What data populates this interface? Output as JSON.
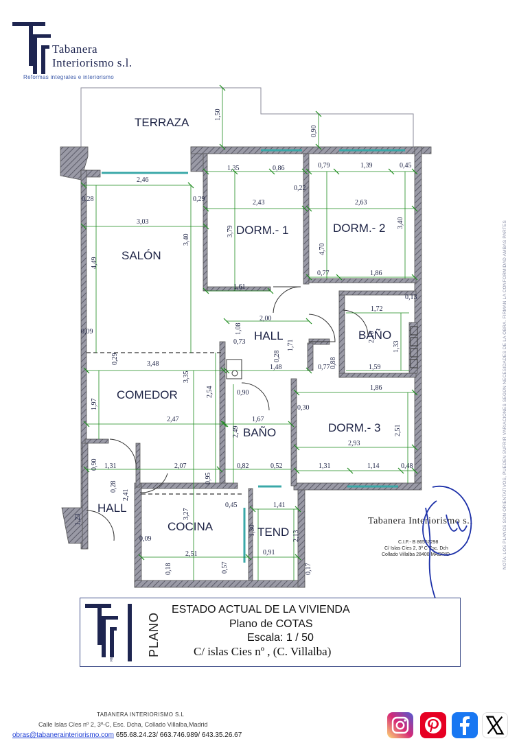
{
  "brand": {
    "name_line1": "Tabanera",
    "name_line2": "Interiorismo s.l.",
    "tagline": "Reformas integrales e interiorismo",
    "colors": {
      "primary": "#1e2550",
      "accent": "#3a58a8"
    }
  },
  "plan": {
    "rooms": {
      "terraza": "TERRAZA",
      "salon": "SALÓN",
      "dorm1": "DORM.- 1",
      "dorm2": "DORM.- 2",
      "hall_center": "HALL",
      "bano_top": "BAÑO",
      "comedor": "COMEDOR",
      "bano_mid": "BAÑO",
      "dorm3": "DORM.- 3",
      "hall_left": "HALL",
      "cocina": "COCINA",
      "tend": "TEND"
    },
    "dims_h": {
      "d246": "2,46",
      "d303": "3,03",
      "d135": "1,35",
      "d086": "0,86",
      "d022": "0,22",
      "d243": "2,43",
      "d079": "0,79",
      "d139": "1,39",
      "d045": "0,45",
      "d263": "2,63",
      "d161": "1,61",
      "d077": "0,77",
      "d186a": "1,86",
      "d172": "1,72",
      "d013": "0,13",
      "d200": "2,00",
      "d073": "0,73",
      "d148": "1,48",
      "d077b": "0,77",
      "d159": "1,59",
      "d348": "3,48",
      "d090": "0,90",
      "d186b": "1,86",
      "d167": "1,67",
      "d030": "0,30",
      "d247": "2,47",
      "d293": "2,93",
      "d131a": "1,31",
      "d207": "2,07",
      "d082": "0,82",
      "d052": "0,52",
      "d131b": "1,31",
      "d114": "1,14",
      "d048": "0,48",
      "d045b": "0,45",
      "d141": "1,41",
      "d009a": "0,09",
      "d009b": "0,09",
      "d251": "2,51",
      "d091": "0,91",
      "d028a": "0,28",
      "d029": "0,29"
    },
    "dims_v": {
      "d150": "1,50",
      "d090": "0,90",
      "d379": "3,79",
      "d470": "4,70",
      "d340a": "3,40",
      "d340b": "3,40",
      "d449": "4,49",
      "d108": "1,08",
      "d171": "1,71",
      "d028": "0,28",
      "d088": "0,88",
      "d210": "2,10",
      "d133": "1,33",
      "d029": "0,29",
      "d335": "3,35",
      "d254": "2,54",
      "d197": "1,97",
      "d249": "2,49",
      "d251": "2,51",
      "d090b": "0,90",
      "d028b": "0,28",
      "d241": "2,41",
      "d095": "0,95",
      "d327": "3,27",
      "d123": "1,23",
      "d130": "1,30",
      "d213": "2,13",
      "d018": "0,18",
      "d057": "0,57",
      "d017": "0,17"
    },
    "side_note": "NOTA: LOS PLANOS SON ORIENTATIVOS, PUEDEN SUFRIR VARIACIONES SEGÚN NECESIDADES DE LA OBRA. FIRMAN LA CONFORMIDAD AMBAS PARTES",
    "line_color": "#5a5a6a",
    "dim_color": "#1a8a1a"
  },
  "stamp": {
    "name": "Tabanera Interiorismo s.l",
    "cif": "C.I.F.- B 86557298",
    "address": "C/ Islas Cíes 2, 3º C Esc. Dch",
    "city": "Collado Villalba 28400 MADRID"
  },
  "titleblock": {
    "label": "PLANO",
    "line1": "ESTADO ACTUAL DE LA VIVIENDA",
    "line2": "Plano de COTAS",
    "line3": "Escala: 1 / 50",
    "line4": "C/ islas Cies nº ,  (C. Villalba)",
    "logo_text": "REFORMAS"
  },
  "footer": {
    "company": "TABANERA INTERIORISMO S.L",
    "address": "Calle Islas Cíes nº 2, 3º-C, Esc. Dcha, Collado Villalba,Madrid",
    "email": "obras@tabanerainteriorismo.com",
    "phones": " 655.68.24.23/ 663.746.989/ 643.35.26.67"
  },
  "social": {
    "instagram": "instagram-icon",
    "pinterest": "pinterest-icon",
    "facebook": "facebook-icon",
    "x": "x-icon",
    "colors": {
      "instagram": "#d62976",
      "pinterest": "#e60023",
      "facebook": "#1877f2",
      "x": "#000000"
    }
  }
}
